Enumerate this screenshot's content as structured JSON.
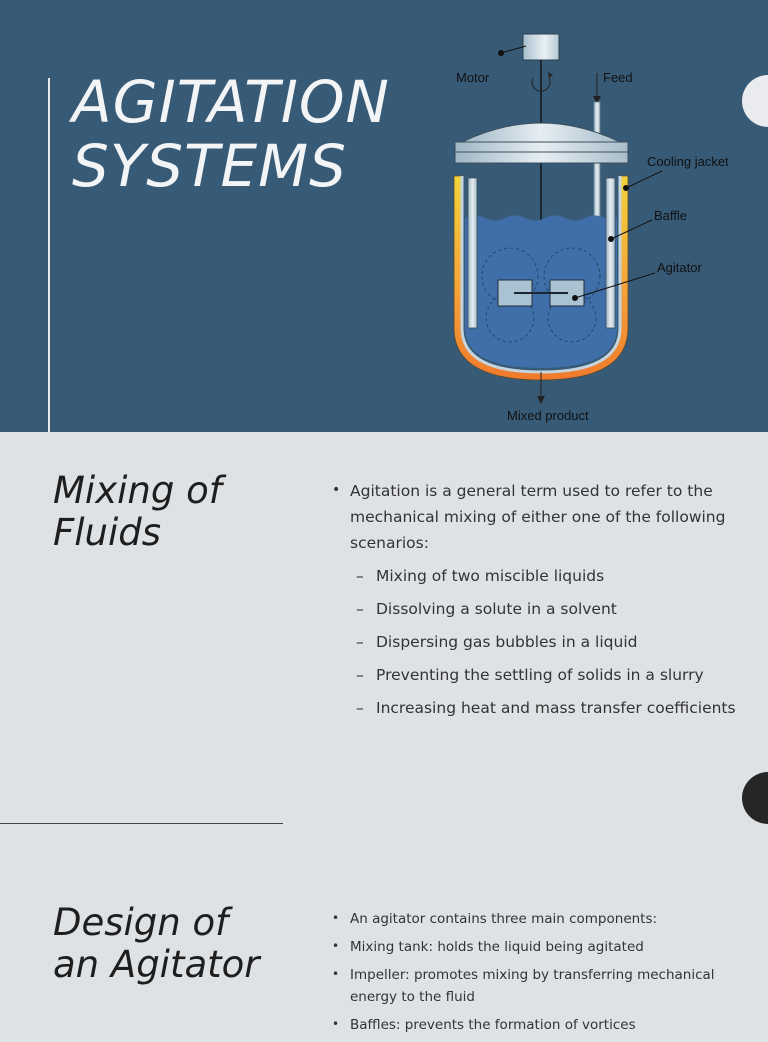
{
  "slide1": {
    "title_line1": "AGITATION",
    "title_line2": "SYSTEMS",
    "diagram_labels": {
      "motor": "Motor",
      "feed": "Feed",
      "cooling_jacket": "Cooling jacket",
      "baffle": "Baffle",
      "agitator": "Agitator",
      "mixed_product": "Mixed product"
    }
  },
  "slide2": {
    "title_line1": "Mixing of",
    "title_line2": "Fluids",
    "intro": "Agitation is a general term used to refer to the mechanical mixing of either one of the following scenarios:",
    "scenarios": [
      "Mixing of two miscible liquids",
      "Dissolving a solute in a solvent",
      "Dispersing gas bubbles in a liquid",
      "Preventing the settling of solids in a slurry",
      "Increasing heat and mass transfer coefficients"
    ]
  },
  "slide3": {
    "title_line1": "Design of",
    "title_line2": "an Agitator",
    "bullets": [
      "An agitator contains three main components:",
      "Mixing tank: holds the liquid being agitated",
      "Impeller: promotes mixing by transferring mechanical energy to the fluid",
      "Baffles: prevents the formation of vortices"
    ]
  },
  "colors": {
    "title_bg": "#375a76",
    "body_bg": "#dfe2e5",
    "jacket_top": "#f2d33a",
    "jacket_bottom": "#f07a2c",
    "liquid": "#3f6ea8"
  }
}
